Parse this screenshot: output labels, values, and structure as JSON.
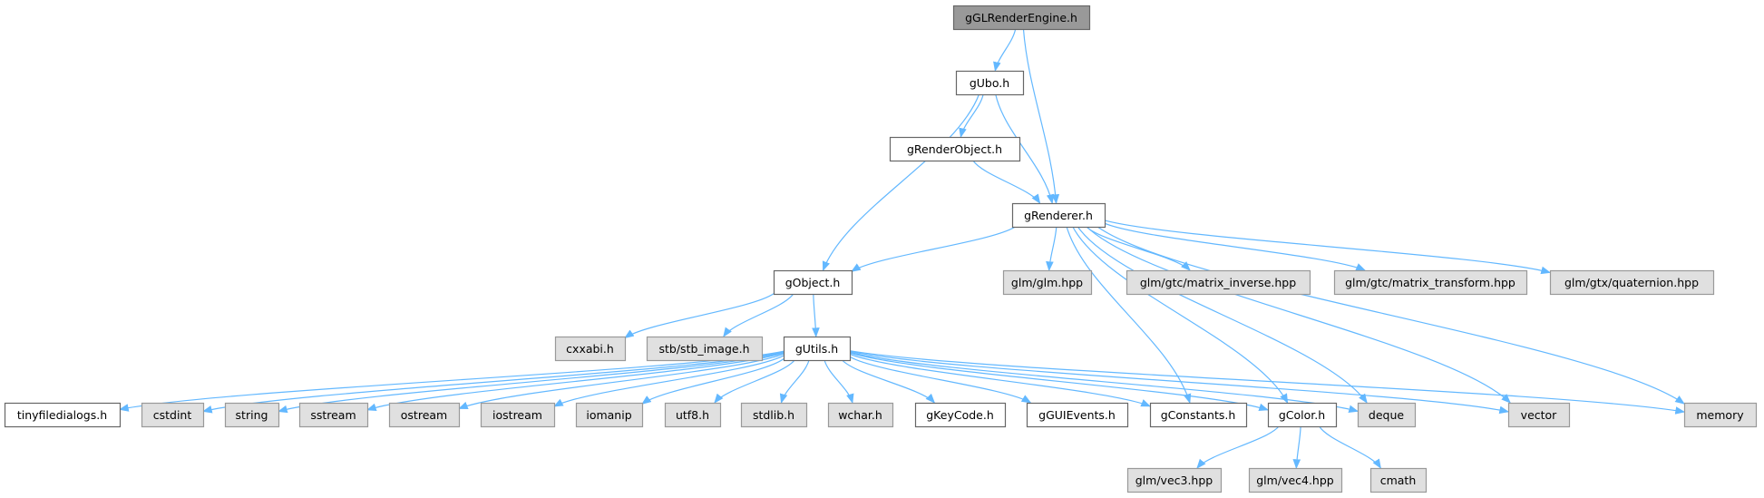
{
  "graph_title": "gGLRenderEngine.h",
  "colors": {
    "edge": "#63b8ff",
    "current_fill": "#999999",
    "current_border": "#666666",
    "internal_fill": "#ffffff",
    "internal_border": "#666666",
    "external_fill": "#e0e0e0",
    "external_border": "#999999"
  },
  "nodes": {
    "gGLRenderEngine": {
      "label": "gGLRenderEngine.h",
      "kind": "current"
    },
    "gUbo": {
      "label": "gUbo.h",
      "kind": "internal"
    },
    "gRenderObject": {
      "label": "gRenderObject.h",
      "kind": "internal"
    },
    "gRenderer": {
      "label": "gRenderer.h",
      "kind": "internal"
    },
    "gObject": {
      "label": "gObject.h",
      "kind": "internal"
    },
    "glm": {
      "label": "glm/glm.hpp",
      "kind": "external"
    },
    "inverse": {
      "label": "glm/gtc/matrix_inverse.hpp",
      "kind": "external"
    },
    "transform": {
      "label": "glm/gtc/matrix_transform.hpp",
      "kind": "external"
    },
    "quaternion": {
      "label": "glm/gtx/quaternion.hpp",
      "kind": "external"
    },
    "cxxabi": {
      "label": "cxxabi.h",
      "kind": "external"
    },
    "stb": {
      "label": "stb/stb_image.h",
      "kind": "external"
    },
    "gUtils": {
      "label": "gUtils.h",
      "kind": "internal"
    },
    "tinyfiledialogs": {
      "label": "tinyfiledialogs.h",
      "kind": "internal"
    },
    "cstdint": {
      "label": "cstdint",
      "kind": "external"
    },
    "string": {
      "label": "string",
      "kind": "external"
    },
    "sstream": {
      "label": "sstream",
      "kind": "external"
    },
    "ostream": {
      "label": "ostream",
      "kind": "external"
    },
    "iostream": {
      "label": "iostream",
      "kind": "external"
    },
    "iomanip": {
      "label": "iomanip",
      "kind": "external"
    },
    "utf8": {
      "label": "utf8.h",
      "kind": "external"
    },
    "stdlib": {
      "label": "stdlib.h",
      "kind": "external"
    },
    "wchar": {
      "label": "wchar.h",
      "kind": "external"
    },
    "gKeyCode": {
      "label": "gKeyCode.h",
      "kind": "internal"
    },
    "gGUIEvents": {
      "label": "gGUIEvents.h",
      "kind": "internal"
    },
    "gConstants": {
      "label": "gConstants.h",
      "kind": "internal"
    },
    "gColor": {
      "label": "gColor.h",
      "kind": "internal"
    },
    "deque": {
      "label": "deque",
      "kind": "external"
    },
    "vector": {
      "label": "vector",
      "kind": "external"
    },
    "memory": {
      "label": "memory",
      "kind": "external"
    },
    "vec3": {
      "label": "glm/vec3.hpp",
      "kind": "external"
    },
    "vec4": {
      "label": "glm/vec4.hpp",
      "kind": "external"
    },
    "cmath": {
      "label": "cmath",
      "kind": "external"
    }
  },
  "edges": [
    [
      "gGLRenderEngine",
      "gUbo"
    ],
    [
      "gGLRenderEngine",
      "gRenderer"
    ],
    [
      "gUbo",
      "gObject"
    ],
    [
      "gUbo",
      "gRenderObject"
    ],
    [
      "gUbo",
      "gRenderer"
    ],
    [
      "gRenderObject",
      "gRenderer"
    ],
    [
      "gRenderer",
      "gObject"
    ],
    [
      "gRenderer",
      "glm"
    ],
    [
      "gRenderer",
      "inverse"
    ],
    [
      "gRenderer",
      "transform"
    ],
    [
      "gRenderer",
      "quaternion"
    ],
    [
      "gRenderer",
      "gConstants"
    ],
    [
      "gRenderer",
      "gColor"
    ],
    [
      "gRenderer",
      "deque"
    ],
    [
      "gRenderer",
      "vector"
    ],
    [
      "gRenderer",
      "memory"
    ],
    [
      "gObject",
      "cxxabi"
    ],
    [
      "gObject",
      "stb"
    ],
    [
      "gObject",
      "gUtils"
    ],
    [
      "gUtils",
      "tinyfiledialogs"
    ],
    [
      "gUtils",
      "cstdint"
    ],
    [
      "gUtils",
      "string"
    ],
    [
      "gUtils",
      "sstream"
    ],
    [
      "gUtils",
      "ostream"
    ],
    [
      "gUtils",
      "iostream"
    ],
    [
      "gUtils",
      "iomanip"
    ],
    [
      "gUtils",
      "utf8"
    ],
    [
      "gUtils",
      "stdlib"
    ],
    [
      "gUtils",
      "wchar"
    ],
    [
      "gUtils",
      "gKeyCode"
    ],
    [
      "gUtils",
      "gGUIEvents"
    ],
    [
      "gUtils",
      "gConstants"
    ],
    [
      "gUtils",
      "gColor"
    ],
    [
      "gUtils",
      "deque"
    ],
    [
      "gUtils",
      "vector"
    ],
    [
      "gUtils",
      "memory"
    ],
    [
      "gColor",
      "vec3"
    ],
    [
      "gColor",
      "vec4"
    ],
    [
      "gColor",
      "cmath"
    ]
  ]
}
